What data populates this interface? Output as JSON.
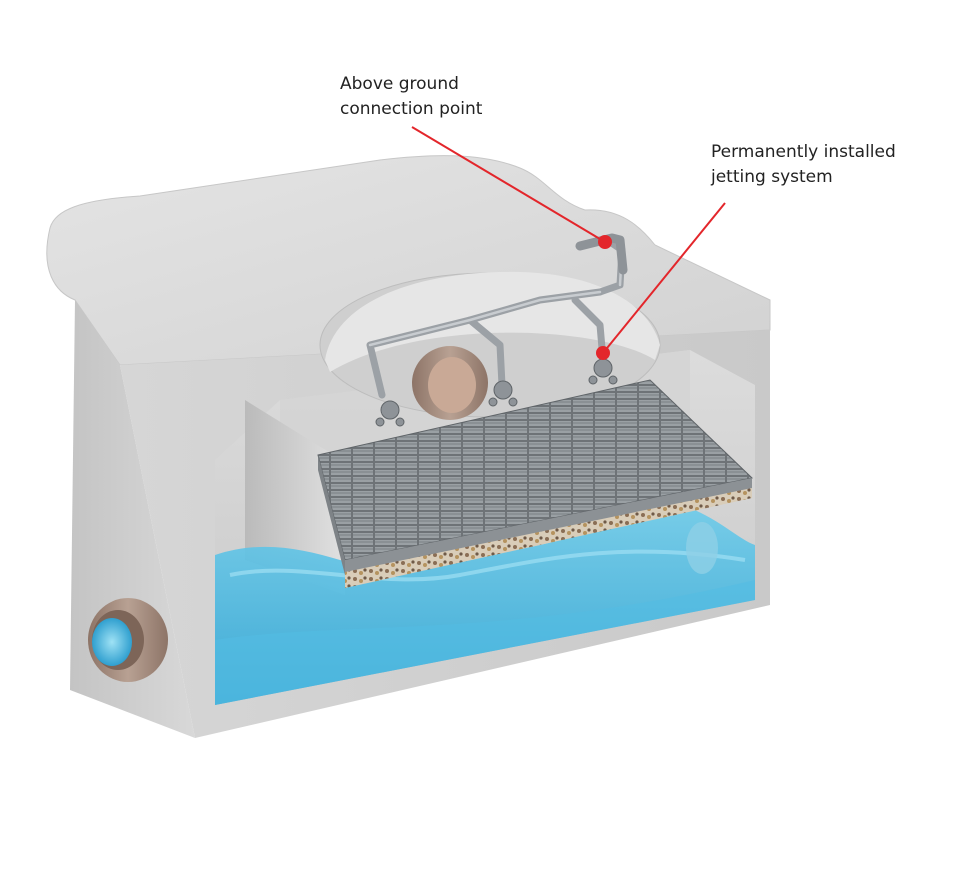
{
  "callouts": [
    {
      "lines": [
        "Above ground",
        "connection point"
      ]
    },
    {
      "lines": [
        "Permanently installed",
        "jetting system"
      ]
    }
  ],
  "colors": {
    "leader_line": "#e3262b",
    "marker_dot": "#e3262b",
    "concrete": "#d9d9d9",
    "water": "#3fb3de",
    "pipe": "#a58d7f",
    "grate": "#8a8f93"
  }
}
